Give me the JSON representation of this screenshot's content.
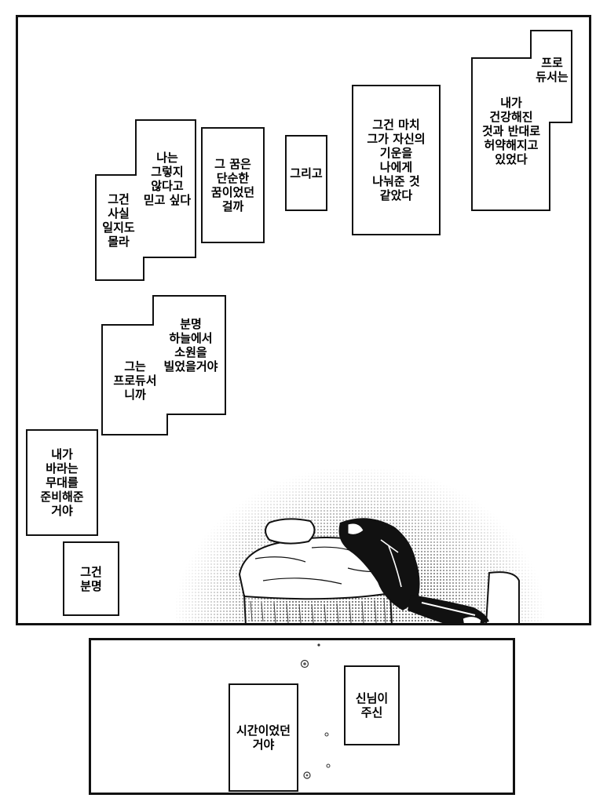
{
  "panel1": {
    "b1": "그건\n사실\n일지도\n몰라",
    "b1b": "나는\n그렇지\n않다고\n믿고 싶다",
    "b2": "그 꿈은\n단순한\n꿈이었던\n걸까",
    "b3": "그리고",
    "b4": "그건 마치\n그가 자신의\n기운을\n나에게\n나눠준 것\n같았다",
    "b5a": "프로\n듀서는",
    "b5b": "내가\n건강해진\n것과 반대로\n허약해지고\n있었다",
    "b6a": "분명\n하늘에서\n소원을\n빌었을거야",
    "b6b": "그는\n프로듀서\n니까",
    "b7": "내가\n바라는\n무대를\n준비해준\n거야",
    "b8": "그건\n분명"
  },
  "panel2": {
    "b1": "시간이었던\n거야",
    "b2": "신님이\n주신"
  }
}
